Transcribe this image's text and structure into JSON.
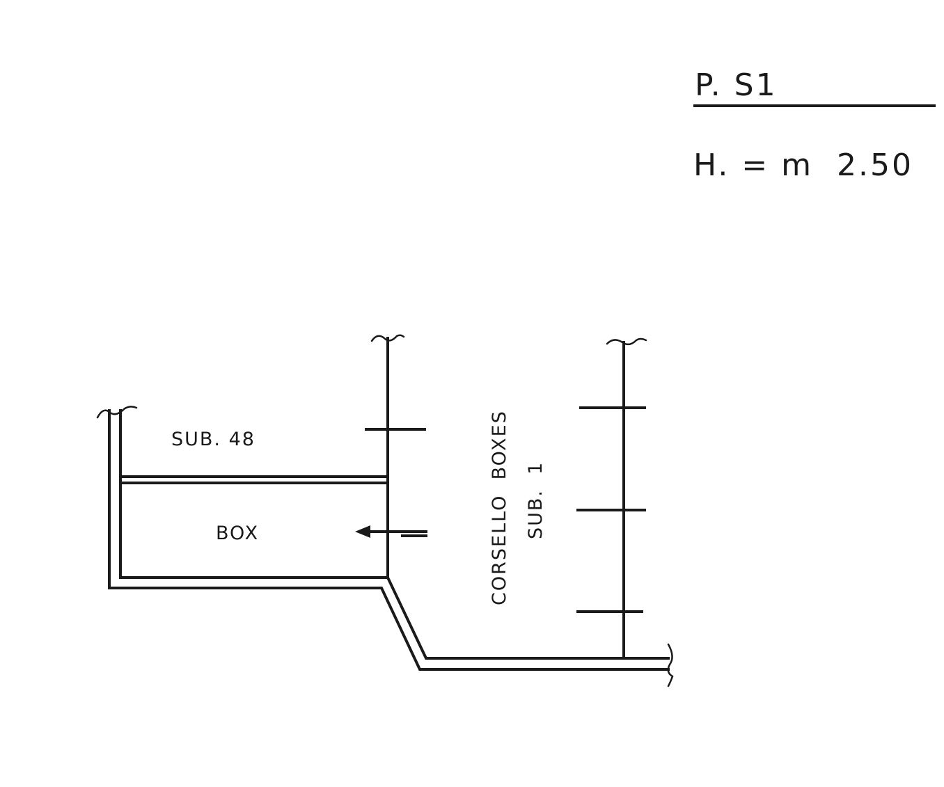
{
  "header": {
    "floor_label": "P. S1",
    "height_label": "H. = m  2.50"
  },
  "rooms": {
    "neighbor_label": "SUB. 48",
    "unit_label": "BOX",
    "corridor_label": "CORSELLO  BOXES",
    "corridor_sub_label": "SUB.  1"
  },
  "colors": {
    "ink": "#1a1a1a",
    "paper": "#ffffff"
  }
}
